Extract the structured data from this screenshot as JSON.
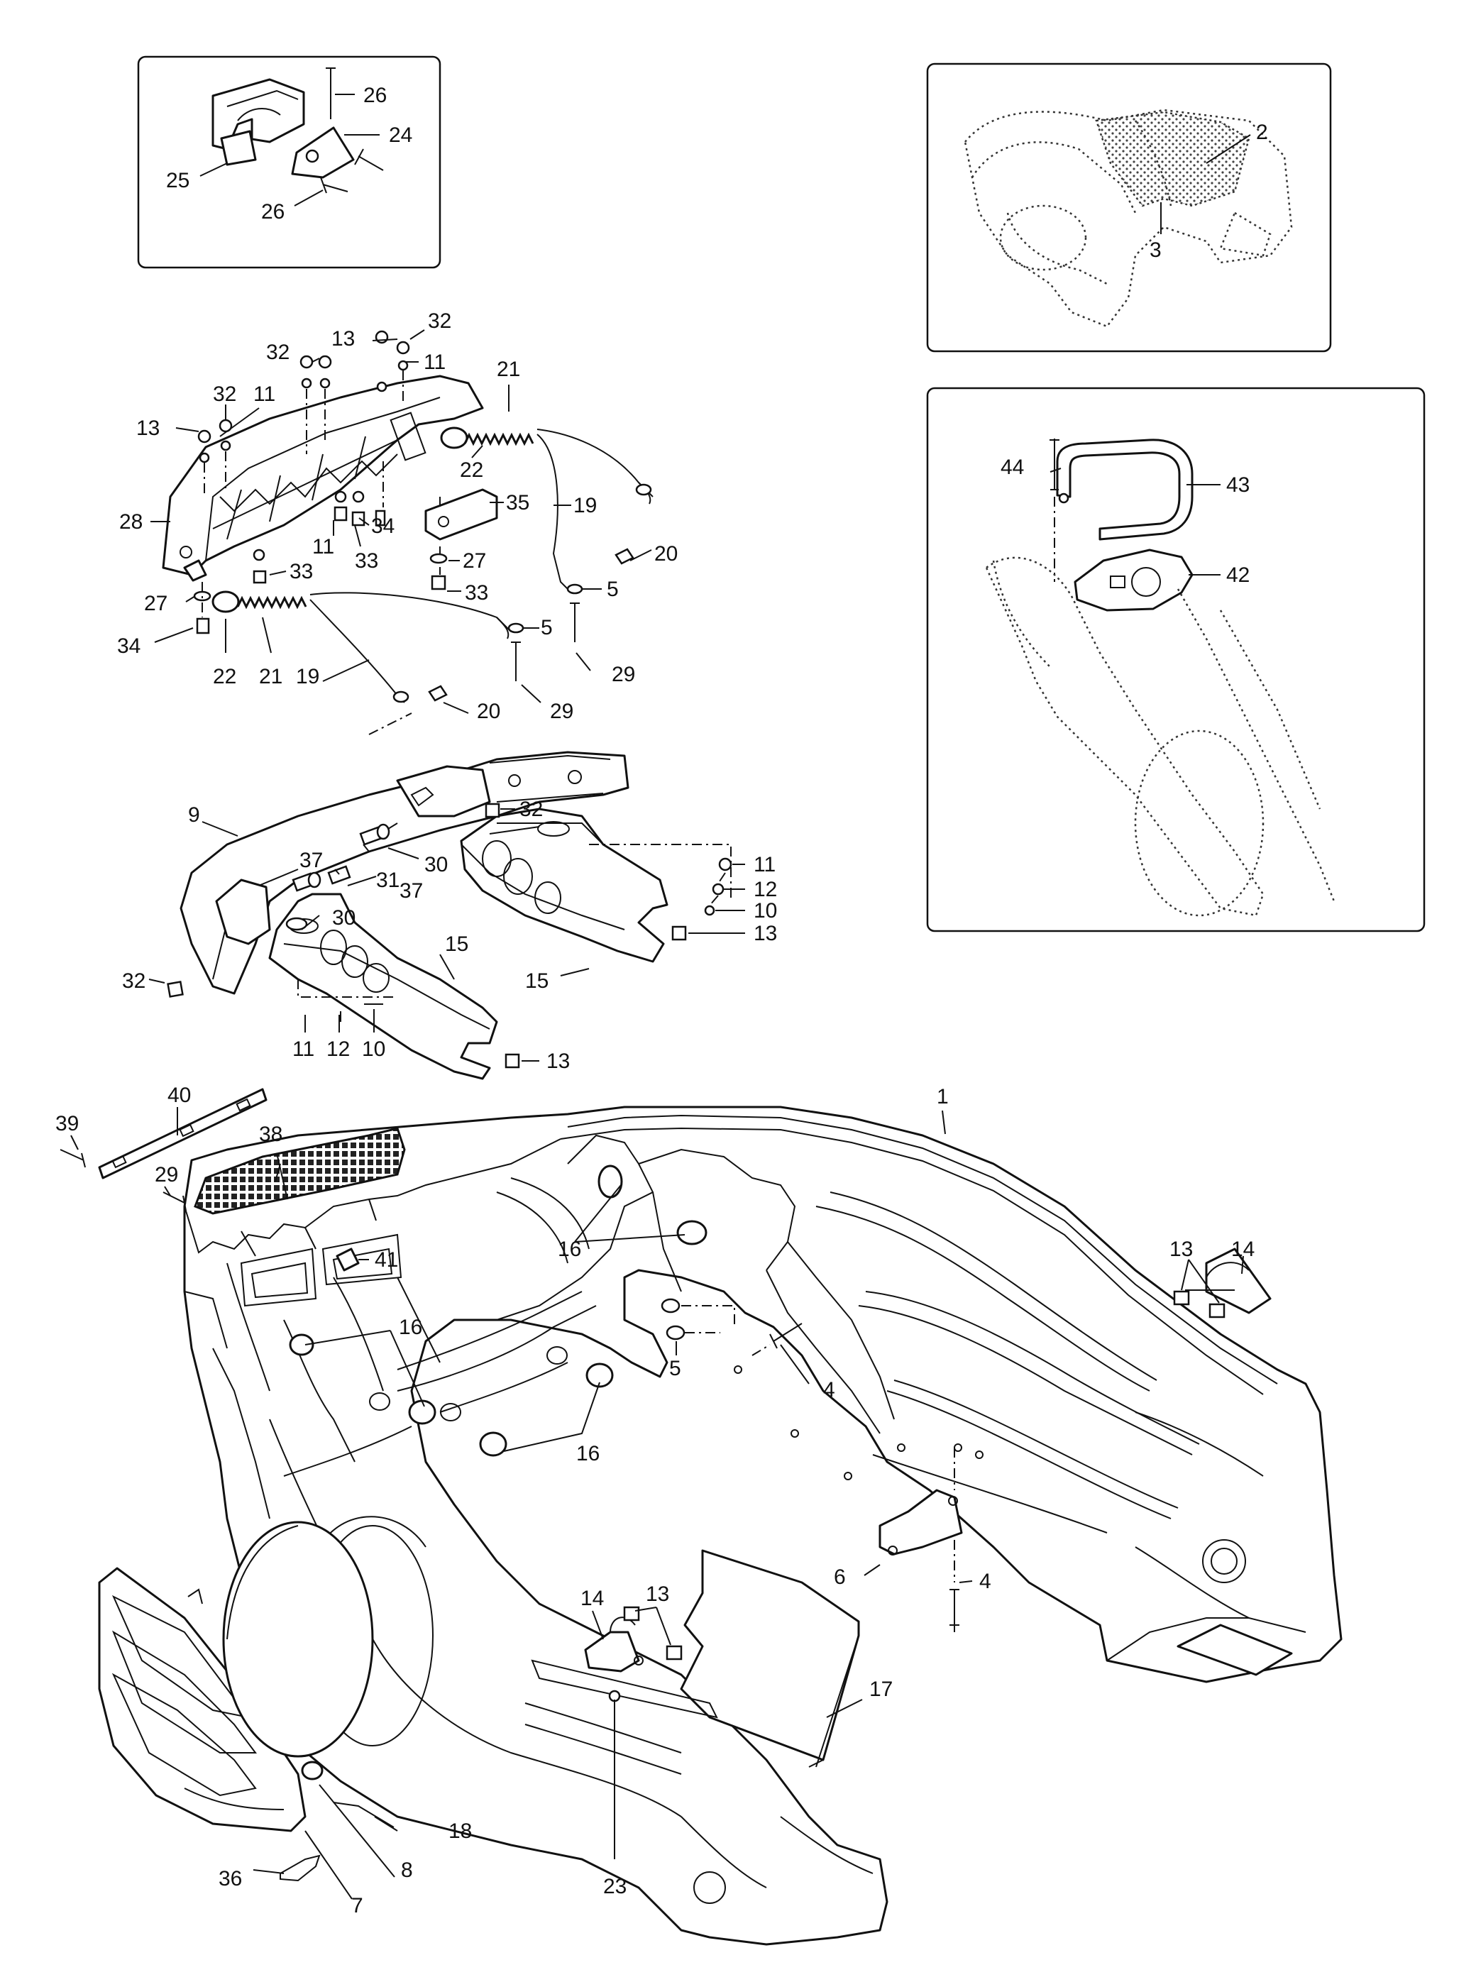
{
  "diagram": {
    "callouts": [
      {
        "id": "c26a",
        "text": "26"
      },
      {
        "id": "c24",
        "text": "24"
      },
      {
        "id": "c25",
        "text": "25"
      },
      {
        "id": "c26b",
        "text": "26"
      },
      {
        "id": "c2",
        "text": "2"
      },
      {
        "id": "c3",
        "text": "3"
      },
      {
        "id": "c44",
        "text": "44"
      },
      {
        "id": "c43",
        "text": "43"
      },
      {
        "id": "c42",
        "text": "42"
      },
      {
        "id": "c13a",
        "text": "13"
      },
      {
        "id": "c32a",
        "text": "32"
      },
      {
        "id": "c32b",
        "text": "32"
      },
      {
        "id": "c11a",
        "text": "11"
      },
      {
        "id": "c32c",
        "text": "32"
      },
      {
        "id": "c13b",
        "text": "13"
      },
      {
        "id": "c11b",
        "text": "11"
      },
      {
        "id": "c21a",
        "text": "21"
      },
      {
        "id": "c22a",
        "text": "22"
      },
      {
        "id": "c35",
        "text": "35"
      },
      {
        "id": "c28",
        "text": "28"
      },
      {
        "id": "c34a",
        "text": "34"
      },
      {
        "id": "c11c",
        "text": "11"
      },
      {
        "id": "c33a",
        "text": "33"
      },
      {
        "id": "c33b",
        "text": "33"
      },
      {
        "id": "c27a",
        "text": "27"
      },
      {
        "id": "c33c",
        "text": "33"
      },
      {
        "id": "c19a",
        "text": "19"
      },
      {
        "id": "c20a",
        "text": "20"
      },
      {
        "id": "c5a",
        "text": "5"
      },
      {
        "id": "c27b",
        "text": "27"
      },
      {
        "id": "c5b",
        "text": "5"
      },
      {
        "id": "c34b",
        "text": "34"
      },
      {
        "id": "c22b",
        "text": "22"
      },
      {
        "id": "c21b",
        "text": "21"
      },
      {
        "id": "c19b",
        "text": "19"
      },
      {
        "id": "c29a",
        "text": "29"
      },
      {
        "id": "c29b",
        "text": "29"
      },
      {
        "id": "c20b",
        "text": "20"
      },
      {
        "id": "c9",
        "text": "9"
      },
      {
        "id": "c32d",
        "text": "32"
      },
      {
        "id": "c37a",
        "text": "37"
      },
      {
        "id": "c37b",
        "text": "37"
      },
      {
        "id": "c30a",
        "text": "30"
      },
      {
        "id": "c31",
        "text": "31"
      },
      {
        "id": "c30b",
        "text": "30"
      },
      {
        "id": "c11d",
        "text": "11"
      },
      {
        "id": "c12a",
        "text": "12"
      },
      {
        "id": "c10a",
        "text": "10"
      },
      {
        "id": "c15a",
        "text": "15"
      },
      {
        "id": "c15b",
        "text": "15"
      },
      {
        "id": "c13c",
        "text": "13"
      },
      {
        "id": "c32e",
        "text": "32"
      },
      {
        "id": "c13d",
        "text": "13"
      },
      {
        "id": "c11e",
        "text": "11"
      },
      {
        "id": "c12b",
        "text": "12"
      },
      {
        "id": "c10b",
        "text": "10"
      },
      {
        "id": "c40",
        "text": "40"
      },
      {
        "id": "c39",
        "text": "39"
      },
      {
        "id": "c38",
        "text": "38"
      },
      {
        "id": "c29c",
        "text": "29"
      },
      {
        "id": "c41",
        "text": "41"
      },
      {
        "id": "c1",
        "text": "1"
      },
      {
        "id": "c16a",
        "text": "16"
      },
      {
        "id": "c16b",
        "text": "16"
      },
      {
        "id": "c16c",
        "text": "16"
      },
      {
        "id": "c5c",
        "text": "5"
      },
      {
        "id": "c4a",
        "text": "4"
      },
      {
        "id": "c13e",
        "text": "13"
      },
      {
        "id": "c14a",
        "text": "14"
      },
      {
        "id": "c6",
        "text": "6"
      },
      {
        "id": "c4b",
        "text": "4"
      },
      {
        "id": "c14b",
        "text": "14"
      },
      {
        "id": "c13f",
        "text": "13"
      },
      {
        "id": "c17",
        "text": "17"
      },
      {
        "id": "c18",
        "text": "18"
      },
      {
        "id": "c8",
        "text": "8"
      },
      {
        "id": "c7",
        "text": "7"
      },
      {
        "id": "c23",
        "text": "23"
      },
      {
        "id": "c36",
        "text": "36"
      }
    ]
  }
}
